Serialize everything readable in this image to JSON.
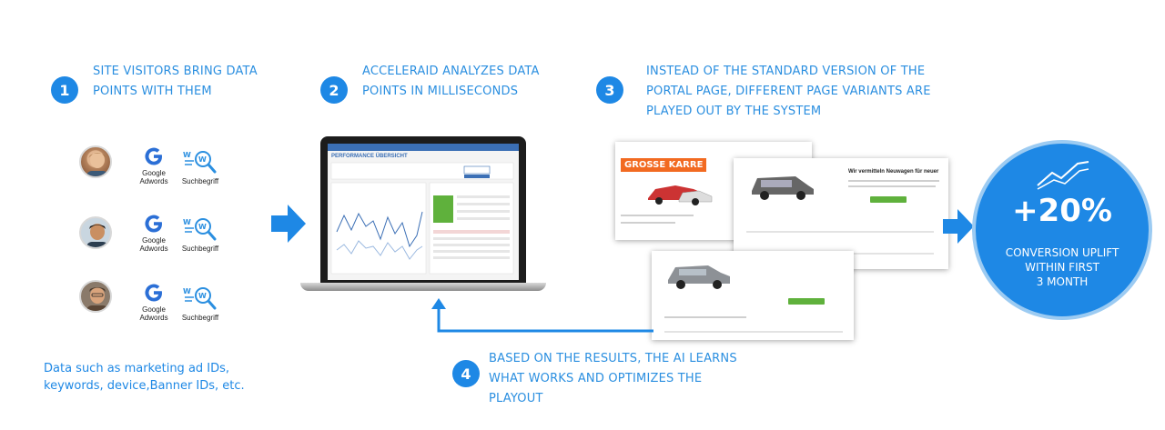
{
  "steps": [
    {
      "number": "1",
      "text_lines": [
        "SITE VISITORS BRING DATA",
        "POINTS WITH THEM"
      ]
    },
    {
      "number": "2",
      "text_lines": [
        "ACCELERAID ANALYZES DATA",
        "POINTS IN MILLISECONDS"
      ]
    },
    {
      "number": "3",
      "text_lines": [
        "INSTEAD OF THE STANDARD VERSION OF THE",
        "PORTAL PAGE, DIFFERENT PAGE VARIANTS ARE",
        "PLAYED OUT BY THE SYSTEM"
      ]
    },
    {
      "number": "4",
      "text_lines": [
        "BASED ON THE RESULTS, THE AI LEARNS",
        "WHAT WORKS AND OPTIMIZES THE",
        "PLAYOUT"
      ]
    }
  ],
  "visitors": [
    {
      "google_label_1": "Google",
      "google_label_2": "Adwords",
      "search_label": "Suchbegriff"
    },
    {
      "google_label_1": "Google",
      "google_label_2": "Adwords",
      "search_label": "Suchbegriff"
    },
    {
      "google_label_1": "Google",
      "google_label_2": "Adwords",
      "search_label": "Suchbegriff"
    }
  ],
  "footnote_lines": [
    "Data such as marketing ad IDs,",
    "keywords, device,Banner IDs, etc."
  ],
  "dashboard": {
    "title": "PERFORMANCE ÜBERSICHT"
  },
  "page_variant": {
    "banner": "GROSSE KARRE",
    "headline": "Wir vermitteln Neuwagen für neuer"
  },
  "result": {
    "value": "+20%",
    "label_lines": [
      "CONVERSION UPLIFT",
      "WITHIN FIRST",
      "3 MONTH"
    ]
  },
  "colors": {
    "accent": "#1e88e5",
    "text_blue": "#2b8fe0",
    "orange": "#f26a21",
    "green": "#5fb13c"
  },
  "icons": [
    "google-icon",
    "search-magnifier-icon",
    "arrow-right-icon",
    "arrow-loop-back-icon",
    "trend-line-icon"
  ]
}
